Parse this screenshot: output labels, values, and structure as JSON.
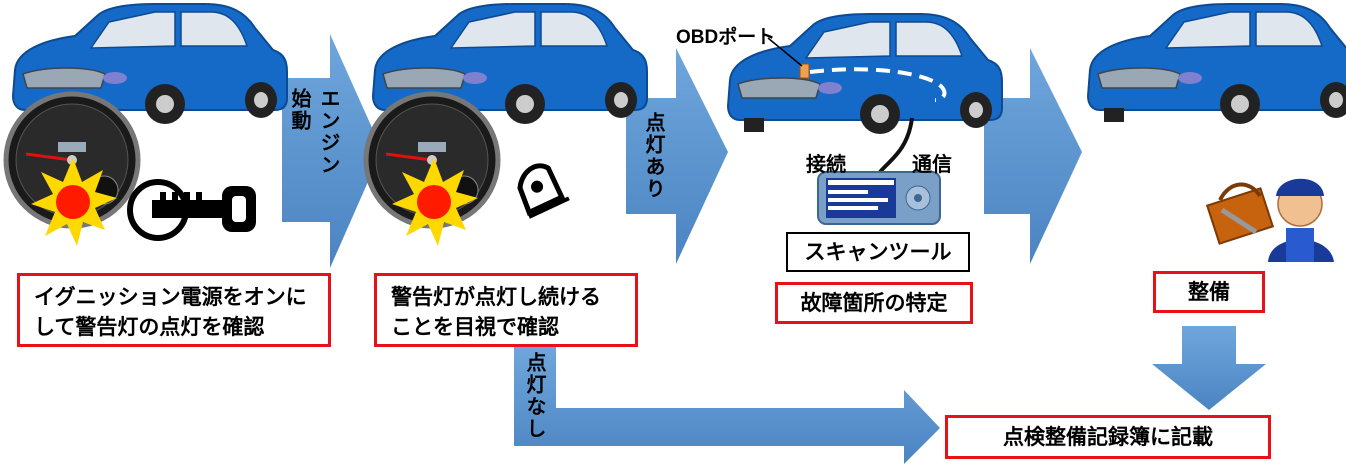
{
  "steps": {
    "ignition": "イグニッション電源をオンに\nして警告灯の点灯を確認",
    "visual": "警告灯が点灯し続ける\nことを目視で確認",
    "identify": "故障箇所の特定",
    "repair": "整備",
    "record": "点検整備記録簿に記載"
  },
  "arrows": {
    "engine_start": "エンジン\n始動",
    "lit": "点灯あり",
    "not_lit": "点灯なし"
  },
  "labels": {
    "obd_port": "OBDポート",
    "connect": "接続",
    "communicate": "通信",
    "scan_tool": "スキャンツール"
  },
  "colors": {
    "car": "#1569c7",
    "arrow": "#5b95d0",
    "box_border": "#e8111a",
    "starburst": "#ffd800"
  }
}
